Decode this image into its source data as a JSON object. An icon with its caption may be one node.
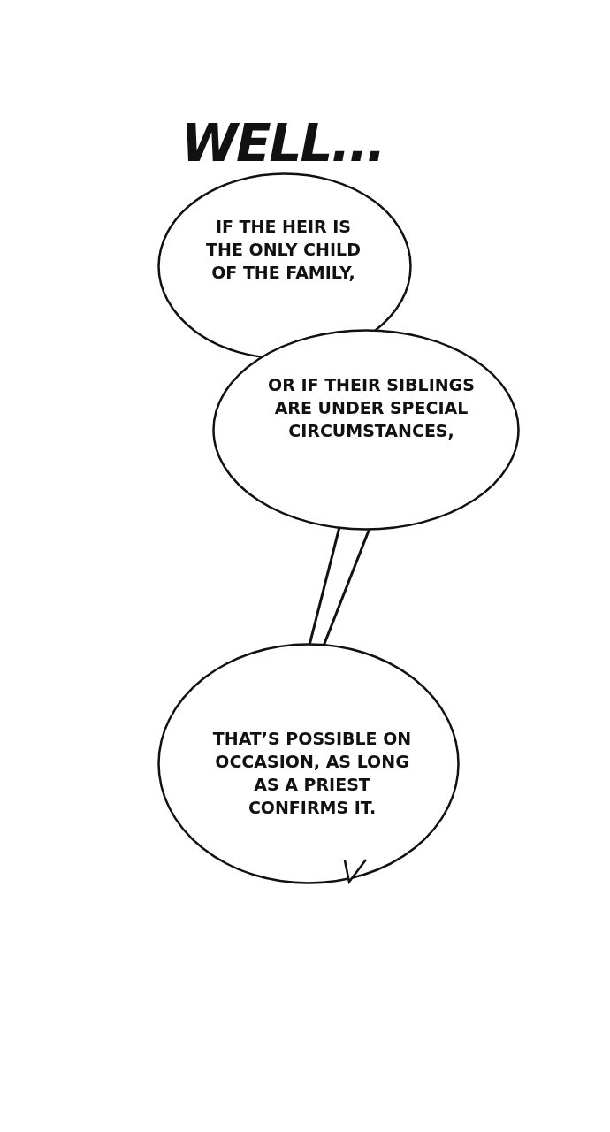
{
  "diagram": {
    "nodes": [
      {
        "text": [
          "IF THE HEIR IS THE ONLY CHILD OF THE FAMILY,"
        ]
      },
      {
        "text": [
          "OR IF THEIR SIBLINGS ARE UNDER SPECIAL CIRCUMSTANCES,"
        ]
      },
      {
        "text": [
          "THAT’S POSSIBLE ON OCCASION, AS LONG AS A PRIEST CONFIRMS IT."
        ]
      }
    ],
    "edges": [
      {
        "from": 1,
        "to": 2,
        "arrow": "none"
      }
    ],
    "labels": [
      "WELL..."
    ]
  }
}
